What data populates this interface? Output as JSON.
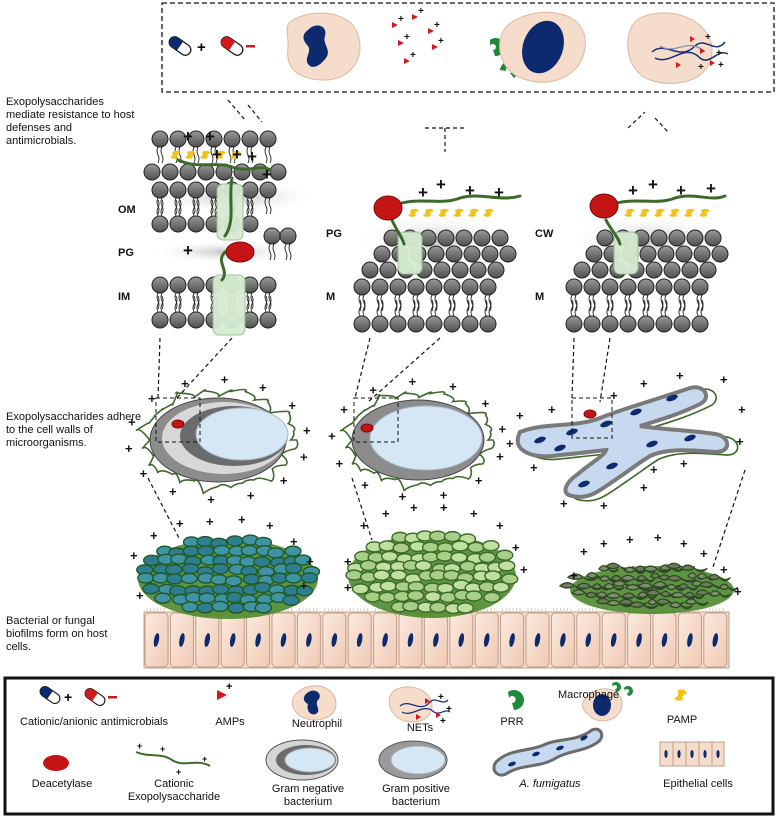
{
  "side_text": {
    "resistance": "Exopolysaccharides mediate resistance to host defenses and antimicrobials.",
    "adhere": "Exopolysaccharides adhere to the cell walls of microorganisms.",
    "biofilms": "Bacterial or fungal biofilms form on host cells."
  },
  "membrane_labels": {
    "gram_negative": [
      "OM",
      "PG",
      "IM"
    ],
    "gram_positive": [
      "PG",
      "M"
    ],
    "fungal": [
      "CW",
      "M"
    ]
  },
  "legend": {
    "antimicrobials": "Cationic/anionic antimicrobials",
    "amps": "AMPs",
    "neutrophil": "Neutrophil",
    "nets": "NETs",
    "prr": "PRR",
    "macrophage": "Macrophage",
    "pamp": "PAMP",
    "deacetylase": "Deacetylase",
    "exopolysaccharide": "Cationic Exopolysaccharide",
    "gram_negative": "Gram negative bacterium",
    "gram_positive": "Gram positive bacterium",
    "a_fumigatus": "A. fumigatus",
    "epithelial": "Epithelial cells"
  },
  "colors": {
    "skin": "#f6dccb",
    "navy": "#0d2a6e",
    "red": "#d11b1b",
    "green": "#3c6a2a",
    "teal": "#2f7e8f",
    "lightgreen": "#a9cf86",
    "gray": "#7a7a7a",
    "yellow": "#f2c21a",
    "lightblue": "#d5e6f5"
  }
}
